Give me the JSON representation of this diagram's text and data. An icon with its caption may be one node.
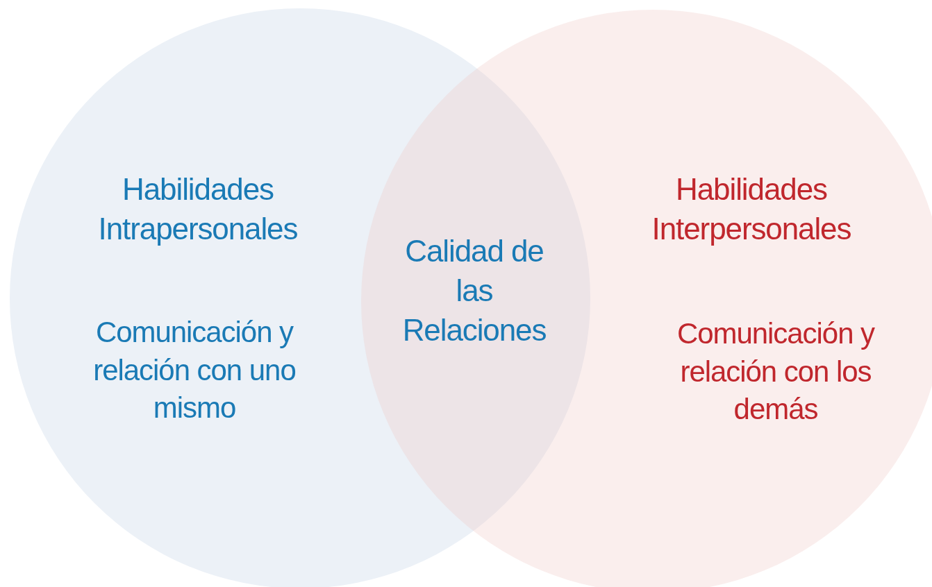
{
  "diagram": {
    "nodes": [
      {
        "text": [
          "Habilidades Intrapersonales",
          "Comunicación y relación con uno mismo"
        ]
      },
      {
        "text": [
          "Habilidades Interpersonales",
          "Comunicación y relación con los demás"
        ]
      },
      {
        "text": [
          "Calidad de las Relaciones"
        ]
      }
    ]
  }
}
